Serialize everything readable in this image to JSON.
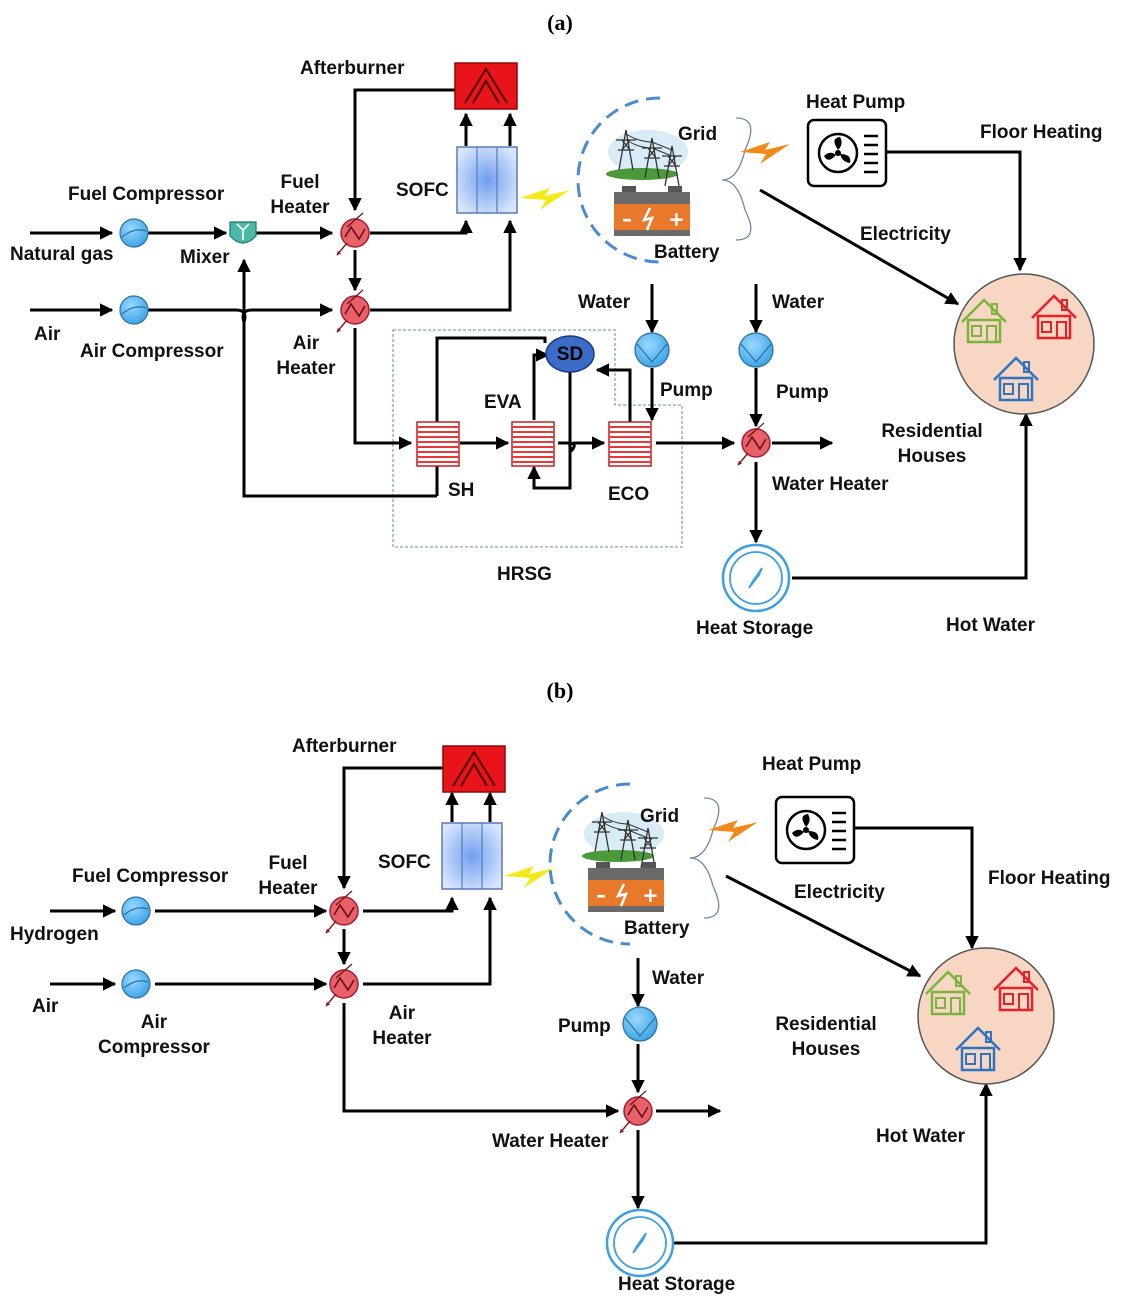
{
  "panels": {
    "a": {
      "label": "(a)",
      "afterburner": "Afterburner",
      "fuel_compressor": "Fuel Compressor",
      "fuel_heater": [
        "Fuel",
        "Heater"
      ],
      "sofc": "SOFC",
      "grid": "Grid",
      "battery": "Battery",
      "heat_pump": "Heat Pump",
      "floor_heating": "Floor Heating",
      "natural_gas": "Natural gas",
      "mixer": "Mixer",
      "electricity": "Electricity",
      "air": "Air",
      "air_compressor": "Air Compressor",
      "air_heater": [
        "Air",
        "Heater"
      ],
      "water_1": "Water",
      "water_2": "Water",
      "sd": "SD",
      "eva": "EVA",
      "pump_1": "Pump",
      "pump_2": "Pump",
      "residential": [
        "Residential",
        "Houses"
      ],
      "sh": "SH",
      "eco": "ECO",
      "water_heater": "Water Heater",
      "hrsg": "HRSG",
      "heat_storage": "Heat Storage",
      "hot_water": "Hot Water"
    },
    "b": {
      "label": "(b)",
      "afterburner": "Afterburner",
      "heat_pump": "Heat Pump",
      "grid": "Grid",
      "sofc": "SOFC",
      "fuel_compressor": "Fuel Compressor",
      "fuel_heater": [
        "Fuel",
        "Heater"
      ],
      "electricity": "Electricity",
      "floor_heating": "Floor Heating",
      "hydrogen": "Hydrogen",
      "battery": "Battery",
      "water": "Water",
      "air": "Air",
      "air_compressor": [
        "Air",
        "Compressor"
      ],
      "air_heater": [
        "Air",
        "Heater"
      ],
      "pump": "Pump",
      "residential": [
        "Residential",
        "Houses"
      ],
      "water_heater": "Water Heater",
      "hot_water": "Hot Water",
      "heat_storage": "Heat Storage"
    }
  },
  "colors": {
    "compressor": "#5ab8ee",
    "heat_exchanger": "#e8606a",
    "afterburner": "#e8141a",
    "sofc": "#a9c4ec",
    "sd_drum": "#3a6cc8",
    "hrsg_hx": "#e83a3a",
    "house_circle": "#f7d7c4",
    "house_green": "#7bb33c",
    "house_red": "#e8202a",
    "house_blue": "#2f74c0",
    "battery": "#e8782a",
    "lightning": "#f4ea1a",
    "lightning_orange": "#f08a1a",
    "hrsg_border": "#7fa6c8"
  }
}
